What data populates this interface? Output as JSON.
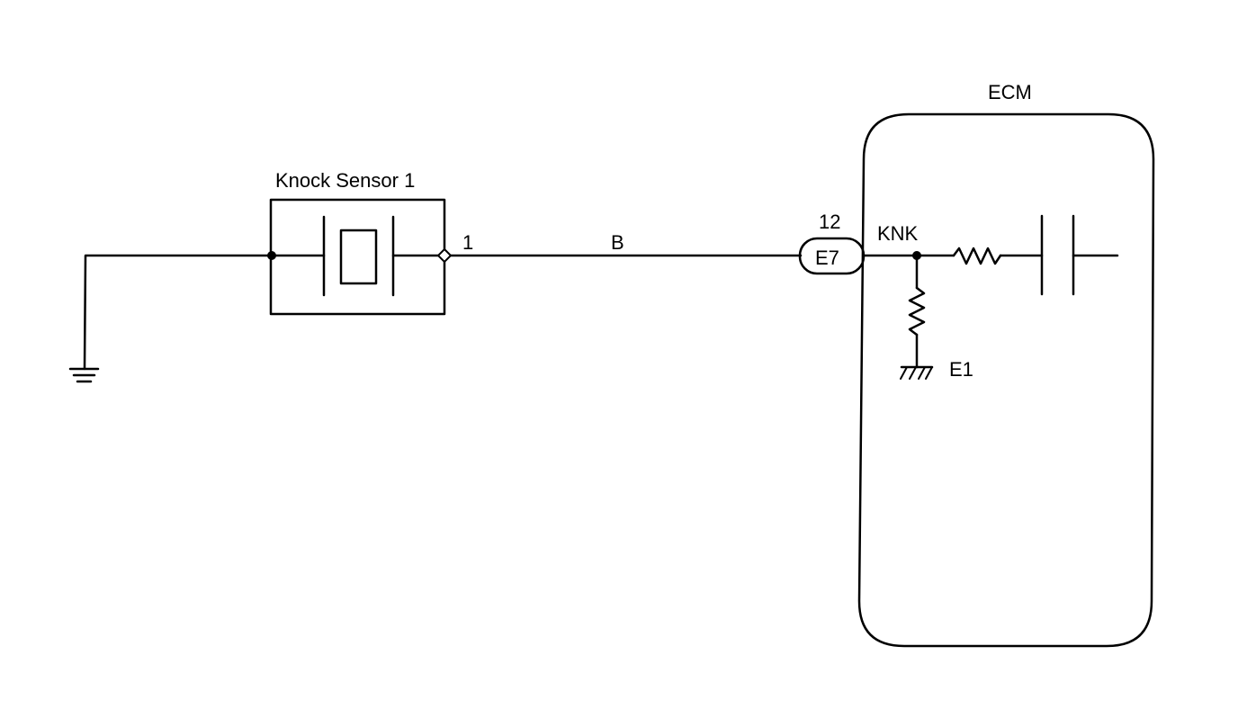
{
  "components": {
    "knock_sensor": {
      "label": "Knock Sensor 1",
      "pin": "1"
    },
    "ecm": {
      "label": "ECM"
    },
    "connector": {
      "label": "E7",
      "pin": "12"
    }
  },
  "wire": {
    "color_code": "B"
  },
  "ecm_terminals": {
    "signal": "KNK",
    "ground": "E1"
  }
}
